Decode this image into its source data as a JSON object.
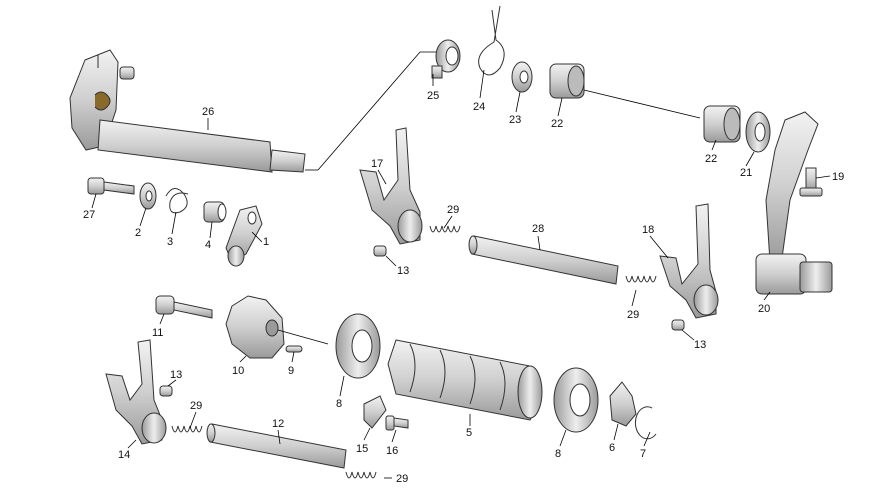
{
  "colors": {
    "part_fill": "#d9d9d9",
    "part_shade": "#a6a6a6",
    "part_dark": "#777777",
    "line": "#000000"
  },
  "callouts": {
    "c1": "1",
    "c2": "2",
    "c3": "3",
    "c4": "4",
    "c5": "5",
    "c6": "6",
    "c7": "7",
    "c8a": "8",
    "c8b": "8",
    "c9": "9",
    "c10": "10",
    "c11": "11",
    "c12": "12",
    "c13a": "13",
    "c13b": "13",
    "c13c": "13",
    "c14": "14",
    "c15": "15",
    "c16": "16",
    "c17": "17",
    "c18": "18",
    "c19": "19",
    "c20": "20",
    "c21": "21",
    "c22a": "22",
    "c22b": "22",
    "c23": "23",
    "c24": "24",
    "c25": "25",
    "c26": "26",
    "c27": "27",
    "c28": "28",
    "c29a": "29",
    "c29b": "29",
    "c29c": "29",
    "c29d": "29"
  }
}
